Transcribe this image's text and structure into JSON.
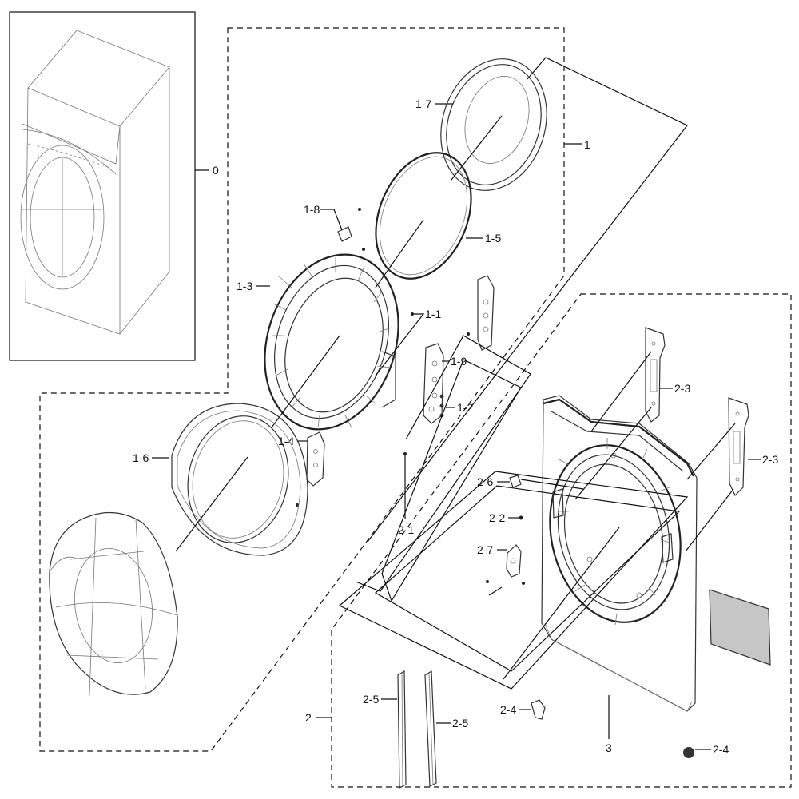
{
  "labels": {
    "l0": "0",
    "l1": "1",
    "l1_1": "1-1",
    "l1_2": "1-2",
    "l1_3": "1-3",
    "l1_4": "1-4",
    "l1_5": "1-5",
    "l1_6": "1-6",
    "l1_7": "1-7",
    "l1_8": "1-8",
    "l1_9": "1-9",
    "l2": "2",
    "l2_1": "2-1",
    "l2_2": "2-2",
    "l2_3a": "2-3",
    "l2_3b": "2-3",
    "l2_4a": "2-4",
    "l2_4b": "2-4",
    "l2_5a": "2-5",
    "l2_5b": "2-5",
    "l2_6": "2-6",
    "l2_7": "2-7",
    "l3": "3"
  }
}
